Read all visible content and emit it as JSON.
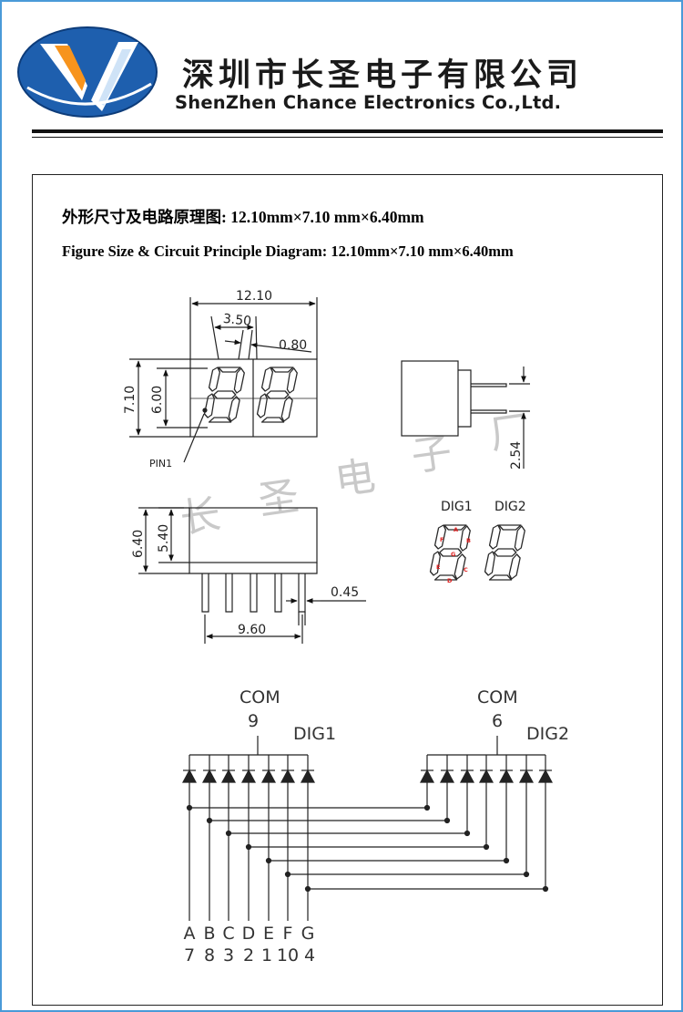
{
  "header": {
    "company_cn": "深圳市长圣电子有限公司",
    "company_en": "ShenZhen Chance Electronics Co.,Ltd.",
    "logo": "chance-logo",
    "colors": {
      "logo_blue": "#1e5fae",
      "logo_orange": "#f7941d",
      "border": "#4a9ad8"
    }
  },
  "titles": {
    "cn": "外形尺寸及电路原理图: 12.10mm×7.10  mm×6.40mm",
    "en": "Figure Size & Circuit Principle Diagram:    12.10mm×7.10  mm×6.40mm"
  },
  "watermark": [
    "长",
    "圣",
    "电",
    "子",
    "厂"
  ],
  "dimensions": {
    "width": "12.10",
    "digit_pitch": "3.50",
    "segment_width": "0.80",
    "height": "7.10",
    "digit_height": "6.00",
    "pin1": "PIN1",
    "pin_pitch": "2.54",
    "total_depth": "6.40",
    "body_depth": "5.40",
    "pin_width": "0.45",
    "pin_span": "9.60"
  },
  "segment_diagram": {
    "dig1": "DIG1",
    "dig2": "DIG2",
    "segment_letters": [
      "A",
      "B",
      "C",
      "D",
      "E",
      "F",
      "G"
    ],
    "segment_color": "#e02020"
  },
  "circuit": {
    "com1_label": "COM",
    "com1_pin": "9",
    "dig1_label": "DIG1",
    "com2_label": "COM",
    "com2_pin": "6",
    "dig2_label": "DIG2",
    "segment_letters": [
      "A",
      "B",
      "C",
      "D",
      "E",
      "F",
      "G"
    ],
    "segment_pins": [
      "7",
      "8",
      "3",
      "2",
      "1",
      "10",
      "4"
    ]
  }
}
